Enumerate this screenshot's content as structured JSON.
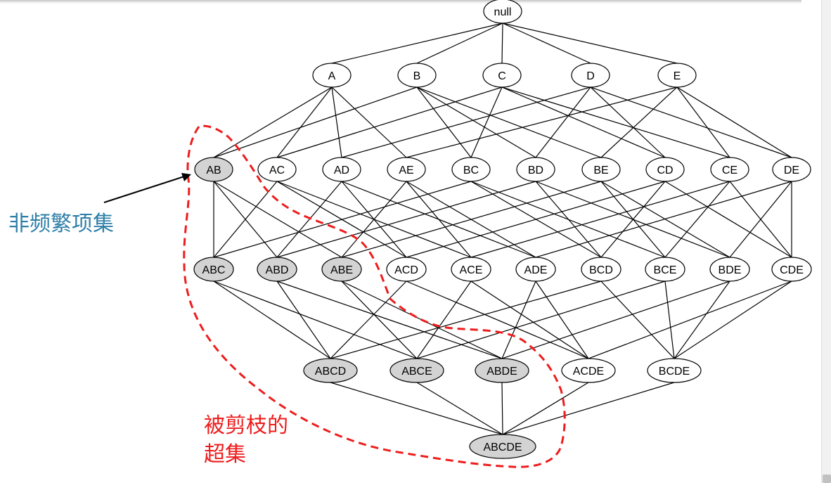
{
  "diagram": {
    "nodes": [
      {
        "id": "null",
        "label": "null",
        "pruned": false
      },
      {
        "id": "A",
        "label": "A",
        "pruned": false
      },
      {
        "id": "B",
        "label": "B",
        "pruned": false
      },
      {
        "id": "C",
        "label": "C",
        "pruned": false
      },
      {
        "id": "D",
        "label": "D",
        "pruned": false
      },
      {
        "id": "E",
        "label": "E",
        "pruned": false
      },
      {
        "id": "AB",
        "label": "AB",
        "pruned": true
      },
      {
        "id": "AC",
        "label": "AC",
        "pruned": false
      },
      {
        "id": "AD",
        "label": "AD",
        "pruned": false
      },
      {
        "id": "AE",
        "label": "AE",
        "pruned": false
      },
      {
        "id": "BC",
        "label": "BC",
        "pruned": false
      },
      {
        "id": "BD",
        "label": "BD",
        "pruned": false
      },
      {
        "id": "BE",
        "label": "BE",
        "pruned": false
      },
      {
        "id": "CD",
        "label": "CD",
        "pruned": false
      },
      {
        "id": "CE",
        "label": "CE",
        "pruned": false
      },
      {
        "id": "DE",
        "label": "DE",
        "pruned": false
      },
      {
        "id": "ABC",
        "label": "ABC",
        "pruned": true
      },
      {
        "id": "ABD",
        "label": "ABD",
        "pruned": true
      },
      {
        "id": "ABE",
        "label": "ABE",
        "pruned": true
      },
      {
        "id": "ACD",
        "label": "ACD",
        "pruned": false
      },
      {
        "id": "ACE",
        "label": "ACE",
        "pruned": false
      },
      {
        "id": "ADE",
        "label": "ADE",
        "pruned": false
      },
      {
        "id": "BCD",
        "label": "BCD",
        "pruned": false
      },
      {
        "id": "BCE",
        "label": "BCE",
        "pruned": false
      },
      {
        "id": "BDE",
        "label": "BDE",
        "pruned": false
      },
      {
        "id": "CDE",
        "label": "CDE",
        "pruned": false
      },
      {
        "id": "ABCD",
        "label": "ABCD",
        "pruned": true
      },
      {
        "id": "ABCE",
        "label": "ABCE",
        "pruned": true
      },
      {
        "id": "ABDE",
        "label": "ABDE",
        "pruned": true
      },
      {
        "id": "ACDE",
        "label": "ACDE",
        "pruned": false
      },
      {
        "id": "BCDE",
        "label": "BCDE",
        "pruned": false
      },
      {
        "id": "ABCDE",
        "label": "ABCDE",
        "pruned": true
      }
    ],
    "annotations": {
      "infrequent": "非频繁项集",
      "pruned_line1": "被剪枝的",
      "pruned_line2": "超集"
    },
    "colors": {
      "pruned_fill": "#d3d3d3",
      "normal_fill": "#ffffff",
      "stroke": "#000000",
      "annotation_blue": "#2e7fa8",
      "annotation_red": "#ee1c1c",
      "boundary": "#ee1c1c"
    }
  }
}
